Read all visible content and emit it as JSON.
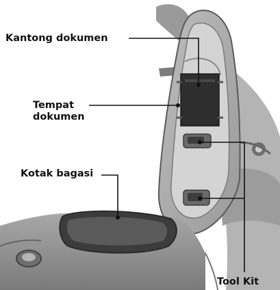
{
  "labels": {
    "document_pouch": "Kantong dokumen",
    "document_holder_line1": "Tempat",
    "document_holder_line2": "dokumen",
    "luggage_box": "Kotak bagasi",
    "tool_kit": "Tool Kit"
  },
  "colors": {
    "leader_line": "#111111",
    "background": "#ffffff",
    "plastic_dark": "#5a5a5a",
    "plastic_mid": "#8c8c8c",
    "plastic_light": "#c8c8c8",
    "document_pouch_fill": "#2e2e2e"
  }
}
